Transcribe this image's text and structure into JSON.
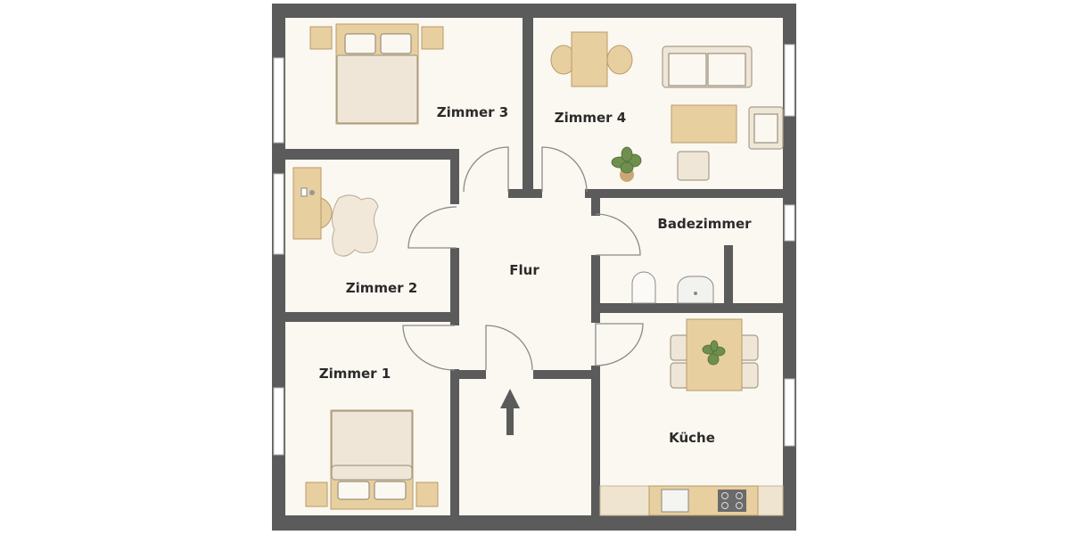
{
  "floor_plan": {
    "rooms": [
      {
        "id": "zimmer-3",
        "label": "Zimmer 3"
      },
      {
        "id": "zimmer-4",
        "label": "Zimmer 4"
      },
      {
        "id": "badezimmer",
        "label": "Badezimmer"
      },
      {
        "id": "flur",
        "label": "Flur"
      },
      {
        "id": "zimmer-2",
        "label": "Zimmer 2"
      },
      {
        "id": "zimmer-1",
        "label": "Zimmer 1"
      },
      {
        "id": "kueche",
        "label": "Küche"
      }
    ],
    "entrance_icon": "arrow-up-icon",
    "colors": {
      "wall": "#5b5b5b",
      "floor": "#fbf8f1",
      "wood": "#e8cfa0",
      "fabric": "#efe6d8",
      "plant": "#6f8f4e"
    }
  }
}
